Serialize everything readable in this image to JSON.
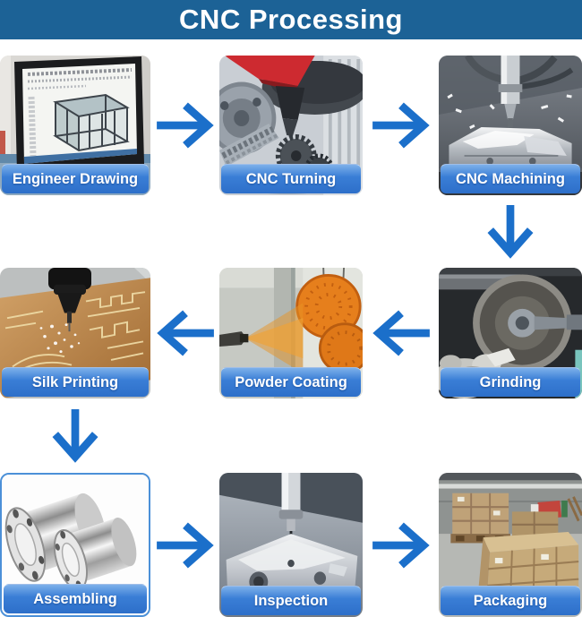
{
  "title": "CNC Processing",
  "colors": {
    "header_bg": "#1c6296",
    "arrow_blue": "#1b6fca",
    "label_band_blue": "#2d6fc9",
    "label_text": "#ffffff",
    "title_text": "#ffffff"
  },
  "steps": [
    {
      "label": "Engineer Drawing",
      "illustration": "cad-drawing-on-monitor"
    },
    {
      "label": "CNC Turning",
      "illustration": "lathe-spindle-and-gears"
    },
    {
      "label": "CNC Machining",
      "illustration": "milling-spindle-on-metal-part"
    },
    {
      "label": "Grinding",
      "illustration": "grinding-wheel-with-glove"
    },
    {
      "label": "Powder Coating",
      "illustration": "spray-gun-and-orange-discs"
    },
    {
      "label": "Silk Printing",
      "illustration": "pcb-engraving-head"
    },
    {
      "label": "Assembling",
      "illustration": "assembled-steel-flanged-parts"
    },
    {
      "label": "Inspection",
      "illustration": "cmm-probe-on-machined-block"
    },
    {
      "label": "Packaging",
      "illustration": "pallets-of-cardboard-boxes"
    }
  ],
  "arrows": [
    {
      "from": "Engineer Drawing",
      "to": "CNC Turning",
      "direction": "right"
    },
    {
      "from": "CNC Turning",
      "to": "CNC Machining",
      "direction": "right"
    },
    {
      "from": "CNC Machining",
      "to": "Grinding",
      "direction": "down"
    },
    {
      "from": "Grinding",
      "to": "Powder Coating",
      "direction": "left"
    },
    {
      "from": "Powder Coating",
      "to": "Silk Printing",
      "direction": "left"
    },
    {
      "from": "Silk Printing",
      "to": "Assembling",
      "direction": "down"
    },
    {
      "from": "Assembling",
      "to": "Inspection",
      "direction": "right"
    },
    {
      "from": "Inspection",
      "to": "Packaging",
      "direction": "right"
    }
  ]
}
